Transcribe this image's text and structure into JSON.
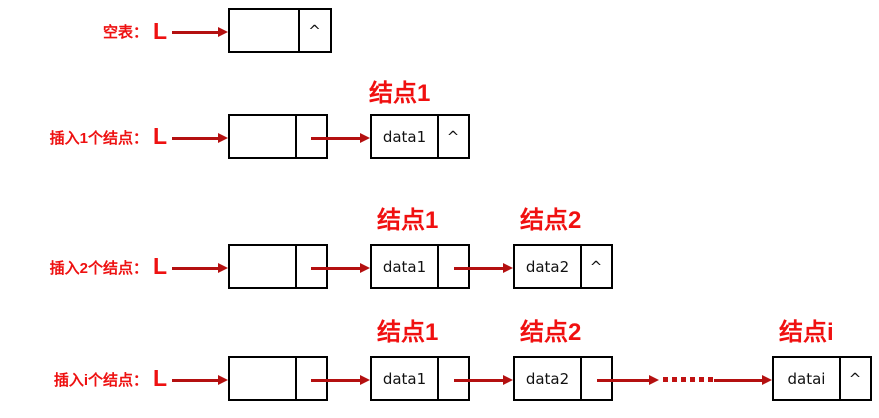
{
  "diagram": {
    "title_color": "#ee1111",
    "box_color": "#000000",
    "arrow_color": "#b41010",
    "caption_color": "#f01010",
    "head_pointer_label": "L",
    "null_symbol": "^",
    "ellipsis": "……"
  },
  "rows": [
    {
      "label": "空表：",
      "pointer": "L",
      "captions": [],
      "nodes": [
        {
          "data": "",
          "next": "^"
        }
      ]
    },
    {
      "label": "插入1个结点：",
      "pointer": "L",
      "captions": [
        "结点1"
      ],
      "nodes": [
        {
          "data": "",
          "next": ""
        },
        {
          "data": "data1",
          "next": "^"
        }
      ]
    },
    {
      "label": "插入2个结点：",
      "pointer": "L",
      "captions": [
        "结点1",
        "结点2"
      ],
      "nodes": [
        {
          "data": "",
          "next": ""
        },
        {
          "data": "data1",
          "next": ""
        },
        {
          "data": "data2",
          "next": "^"
        }
      ]
    },
    {
      "label": "插入i个结点：",
      "pointer": "L",
      "captions": [
        "结点1",
        "结点2",
        "结点i"
      ],
      "nodes": [
        {
          "data": "",
          "next": ""
        },
        {
          "data": "data1",
          "next": ""
        },
        {
          "data": "data2",
          "next": ""
        },
        {
          "data": "datai",
          "next": "^"
        }
      ]
    }
  ]
}
